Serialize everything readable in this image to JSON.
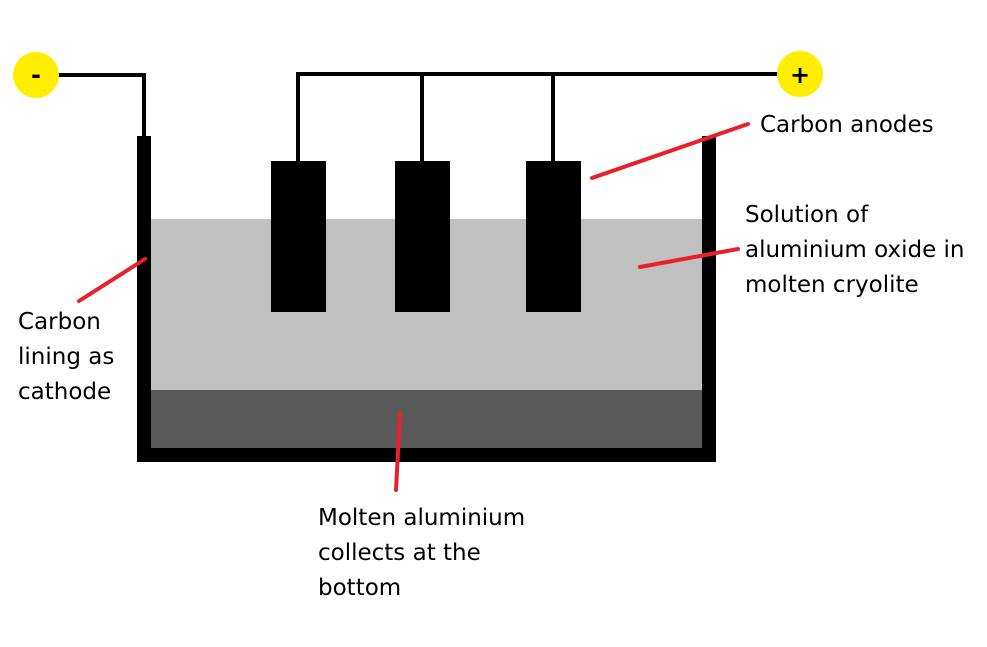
{
  "terminals": {
    "negative": {
      "sign": "-",
      "color": "#ffee00"
    },
    "positive": {
      "sign": "+",
      "color": "#ffee00"
    }
  },
  "labels": {
    "anodes": [
      "Carbon anodes"
    ],
    "electrolyte": [
      "Solution of",
      "aluminium oxide in",
      "molten cryolite"
    ],
    "cathode": [
      "Carbon",
      "lining as",
      "cathode"
    ],
    "aluminium": [
      "Molten aluminium",
      "collects at the",
      "bottom"
    ]
  },
  "colors": {
    "electrolyte": "#c0c0c0",
    "molten_aluminium": "#595959",
    "carbon": "#000000",
    "pointer": "#e8202a"
  }
}
